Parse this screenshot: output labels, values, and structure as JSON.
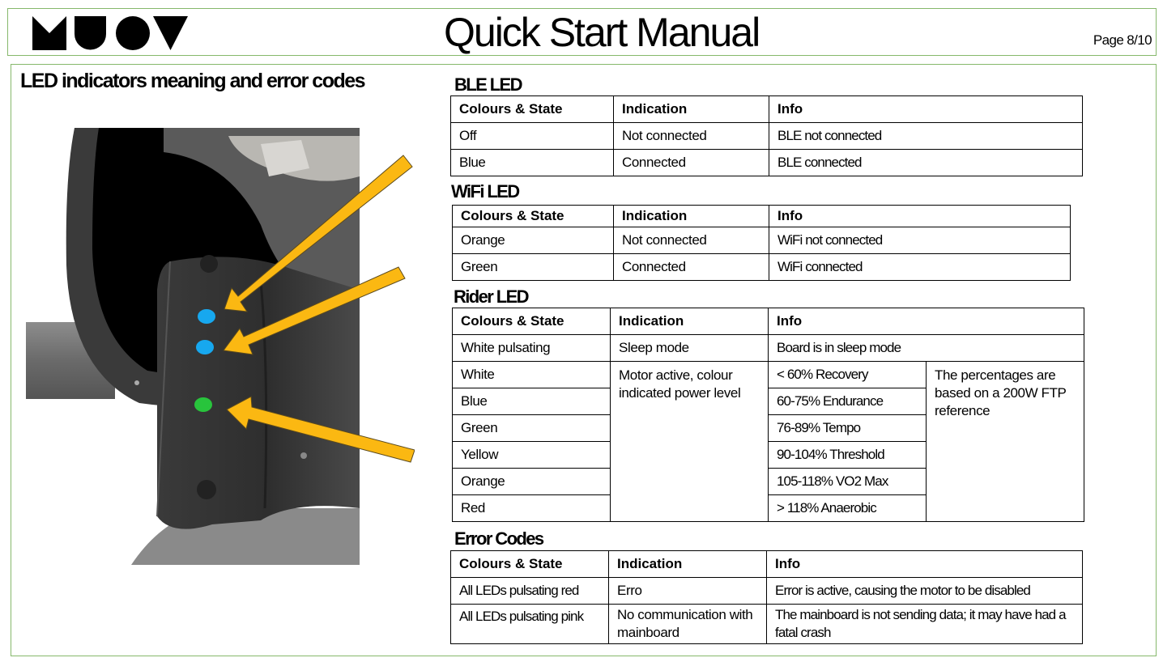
{
  "header": {
    "title": "Quick Start Manual",
    "page": "Page 8/10"
  },
  "section_title": "LED indicators meaning and error codes",
  "colors": {
    "frame": "#86b86b",
    "arrow": "#fbb812",
    "led_blue": "#17a8ef",
    "led_green": "#28c43c"
  },
  "ble": {
    "heading": "BLE LED",
    "headers": [
      "Colours & State",
      "Indication",
      "Info"
    ],
    "rows": [
      [
        "Off",
        "Not connected",
        "BLE not connected"
      ],
      [
        "Blue",
        "Connected",
        "BLE connected"
      ]
    ]
  },
  "wifi": {
    "heading": "WiFi LED",
    "headers": [
      "Colours & State",
      "Indication",
      "Info"
    ],
    "rows": [
      [
        "Orange",
        "Not connected",
        "WiFi  not connected"
      ],
      [
        "Green",
        "Connected",
        "WiFi connected"
      ]
    ]
  },
  "rider": {
    "heading": "Rider LED",
    "headers": [
      "Colours & State",
      "Indication",
      "Info"
    ],
    "sleep_row": [
      "White pulsating",
      "Sleep mode",
      "Board is in sleep mode"
    ],
    "power_indication": "Motor active, colour indicated power level",
    "power_note": "The percentages are based on a 200W FTP reference",
    "power_rows": [
      [
        "White",
        "< 60% Recovery"
      ],
      [
        "Blue",
        "60-75% Endurance"
      ],
      [
        "Green",
        "76-89% Tempo"
      ],
      [
        "Yellow",
        "90-104% Threshold"
      ],
      [
        "Orange",
        "105-118% VO2 Max"
      ],
      [
        "Red",
        "> 118% Anaerobic"
      ]
    ]
  },
  "errors": {
    "heading": "Error Codes",
    "headers": [
      "Colours & State",
      "Indication",
      "Info"
    ],
    "rows": [
      [
        "All LEDs pulsating red",
        "Erro",
        "Error is active, causing the motor to be disabled"
      ],
      [
        "All LEDs pulsating pink",
        "No communication with mainboard",
        "The mainboard is not sending data; it may have had a fatal crash"
      ]
    ]
  }
}
